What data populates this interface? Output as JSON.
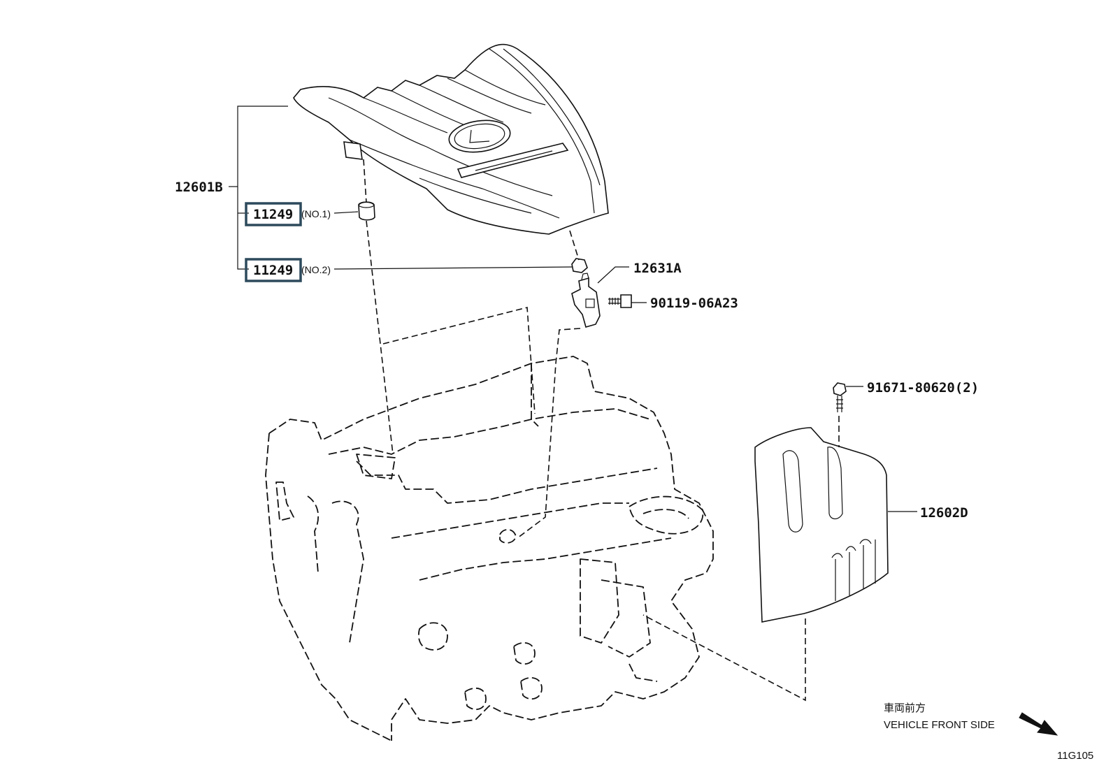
{
  "diagram": {
    "callouts": {
      "engine_cover_assy": "12601B",
      "cushion_no1_part": "11249",
      "cushion_no1_suffix": "(NO.1)",
      "cushion_no2_part": "11249",
      "cushion_no2_suffix": "(NO.2)",
      "bracket": "12631A",
      "bracket_bolt": "90119-06A23",
      "side_cover_bolt": "91671-80620(2)",
      "side_cover": "12602D"
    },
    "direction": {
      "jp_label": "車両前方",
      "en_label": "VEHICLE FRONT SIDE"
    },
    "figure_id": "11G105",
    "highlight_color": "#2d4a5c"
  }
}
